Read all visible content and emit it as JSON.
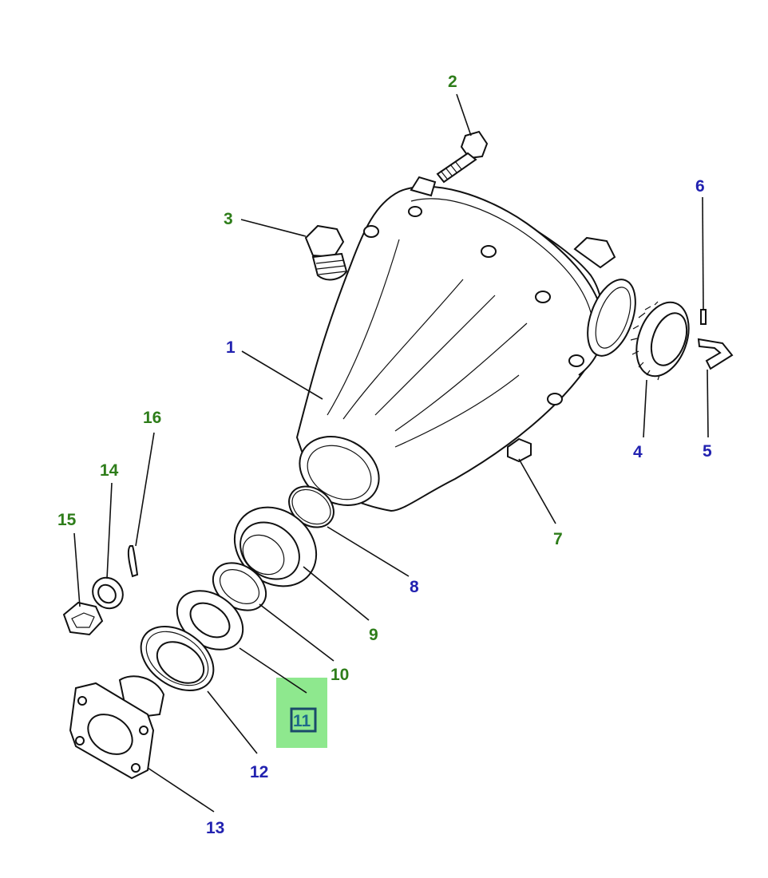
{
  "colors": {
    "green_label": "#2e7d1a",
    "blue_label": "#2222b0",
    "highlight_bg": "#8ee88e",
    "highlight_box_border": "#1a4a6a",
    "highlight_text": "#1f6a8a",
    "line": "#111111"
  },
  "labels": {
    "l1": "1",
    "l2": "2",
    "l3": "3",
    "l4": "4",
    "l5": "5",
    "l6": "6",
    "l7": "7",
    "l8": "8",
    "l9": "9",
    "l10": "10",
    "l11": "11",
    "l12": "12",
    "l13": "13",
    "l14": "14",
    "l15": "15",
    "l16": "16"
  },
  "highlighted_label": "11"
}
